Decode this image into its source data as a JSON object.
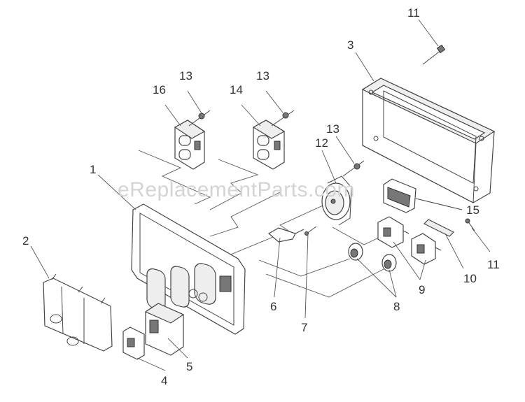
{
  "watermark": "eReplacementParts.com",
  "callouts": [
    {
      "id": "c1",
      "text": "1"
    },
    {
      "id": "c2",
      "text": "2"
    },
    {
      "id": "c3",
      "text": "3"
    },
    {
      "id": "c4",
      "text": "4"
    },
    {
      "id": "c5",
      "text": "5"
    },
    {
      "id": "c6",
      "text": "6"
    },
    {
      "id": "c7",
      "text": "7"
    },
    {
      "id": "c8",
      "text": "8"
    },
    {
      "id": "c9",
      "text": "9"
    },
    {
      "id": "c10",
      "text": "10"
    },
    {
      "id": "c11a",
      "text": "11"
    },
    {
      "id": "c11b",
      "text": "11"
    },
    {
      "id": "c12",
      "text": "12"
    },
    {
      "id": "c13a",
      "text": "13"
    },
    {
      "id": "c13b",
      "text": "13"
    },
    {
      "id": "c13c",
      "text": "13"
    },
    {
      "id": "c14",
      "text": "14"
    },
    {
      "id": "c15",
      "text": "15"
    },
    {
      "id": "c16",
      "text": "16"
    }
  ]
}
